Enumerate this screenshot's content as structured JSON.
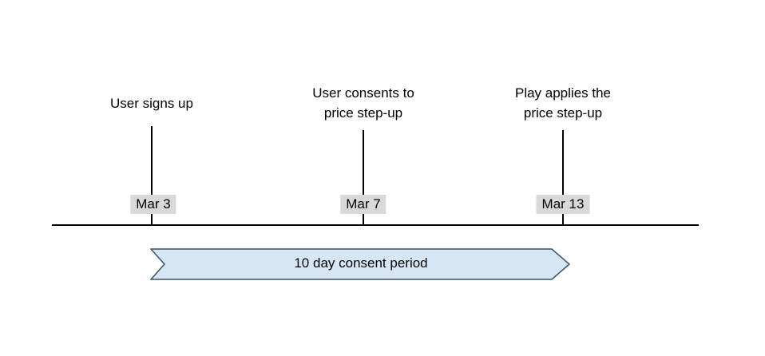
{
  "colors": {
    "arrow_fill": "#d7e6f5",
    "arrow_stroke": "#38546d",
    "date_bg": "#d9d9d9",
    "line": "#000000"
  },
  "timeline": {
    "events": [
      {
        "label": "User signs up",
        "date": "Mar 3"
      },
      {
        "label": "User consents to\nprice step-up",
        "date": "Mar 7"
      },
      {
        "label": "Play applies the\nprice step-up",
        "date": "Mar 13"
      }
    ],
    "period": {
      "label": "10 day consent period"
    }
  }
}
